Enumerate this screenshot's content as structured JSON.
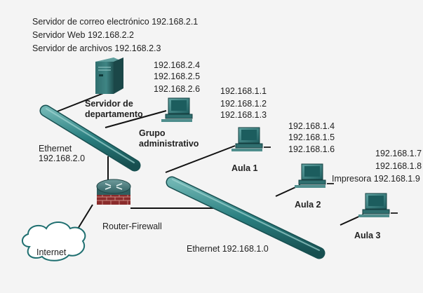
{
  "servers": {
    "mail": "Servidor de correo electrónico 192.168.2.1",
    "web": "Servidor Web 192.168.2.2",
    "files": "Servidor de archivos 192.168.2.3"
  },
  "department_server": {
    "label1": "Servidor de",
    "label2": "departamento"
  },
  "admin_group": {
    "ips": [
      "192.168.2.4",
      "192.168.2.5",
      "192.168.2.6"
    ],
    "label1": "Grupo",
    "label2": "administrativo"
  },
  "ethernet2": {
    "label": "Ethernet",
    "address": "192.168.2.0"
  },
  "router": {
    "label": "Router-Firewall"
  },
  "internet": {
    "label": "Internet"
  },
  "ethernet1": {
    "label": "Ethernet 192.168.1.0"
  },
  "aula1": {
    "ips": [
      "192.168.1.1",
      "192.168.1.2",
      "192.168.1.3"
    ],
    "label": "Aula 1"
  },
  "aula2": {
    "ips": [
      "192.168.1.4",
      "192.168.1.5",
      "192.168.1.6"
    ],
    "label": "Aula 2"
  },
  "aula3": {
    "ips": [
      "192.168.1.7",
      "192.168.1.8"
    ],
    "printer": "Impresora 192.168.1.9",
    "label": "Aula 3"
  },
  "colors": {
    "cable": "#1f6f70",
    "server": "#2f6f6f",
    "router": "#8a2b2b",
    "background": "#f4f4f4"
  }
}
